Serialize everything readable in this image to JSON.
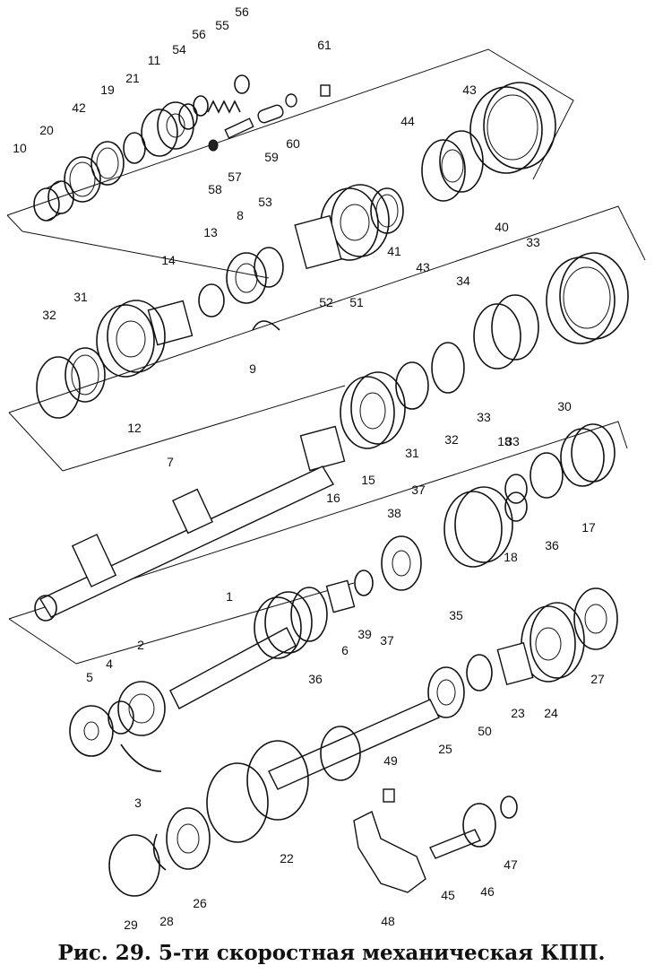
{
  "caption": "Рис. 29. 5-ти скоростная механическая КПП.",
  "callouts": [
    "10",
    "20",
    "42",
    "19",
    "21",
    "11",
    "54",
    "56",
    "55",
    "56",
    "61",
    "57",
    "58",
    "59",
    "60",
    "43",
    "44",
    "40",
    "41",
    "43",
    "13",
    "8",
    "53",
    "52",
    "51",
    "14",
    "31",
    "32",
    "12",
    "9",
    "33",
    "34",
    "33",
    "30",
    "7",
    "16",
    "15",
    "31",
    "32",
    "33",
    "18",
    "17",
    "36",
    "18",
    "37",
    "38",
    "35",
    "39",
    "37",
    "6",
    "36",
    "1",
    "2",
    "4",
    "5",
    "3",
    "24",
    "27",
    "23",
    "50",
    "25",
    "49",
    "22",
    "26",
    "28",
    "29",
    "48",
    "45",
    "46",
    "47"
  ]
}
